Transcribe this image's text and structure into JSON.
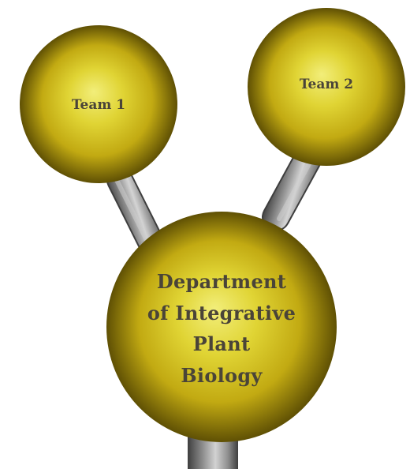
{
  "nodes": {
    "team1": {
      "label": "Team 1"
    },
    "team2": {
      "label": "Team 2"
    },
    "department": {
      "lines": [
        "Department",
        "of Integrative",
        "Plant",
        "Biology"
      ]
    }
  },
  "colors": {
    "sphere_highlight": "#f2ee7a",
    "sphere_mid": "#d6c21a",
    "sphere_edge": "#5f5004",
    "stem_light": "#d2d2d2",
    "stem_mid": "#8e8e8e",
    "stem_dark": "#3e3e3e",
    "label_text": "#4a4438",
    "background": "#ffffff"
  }
}
